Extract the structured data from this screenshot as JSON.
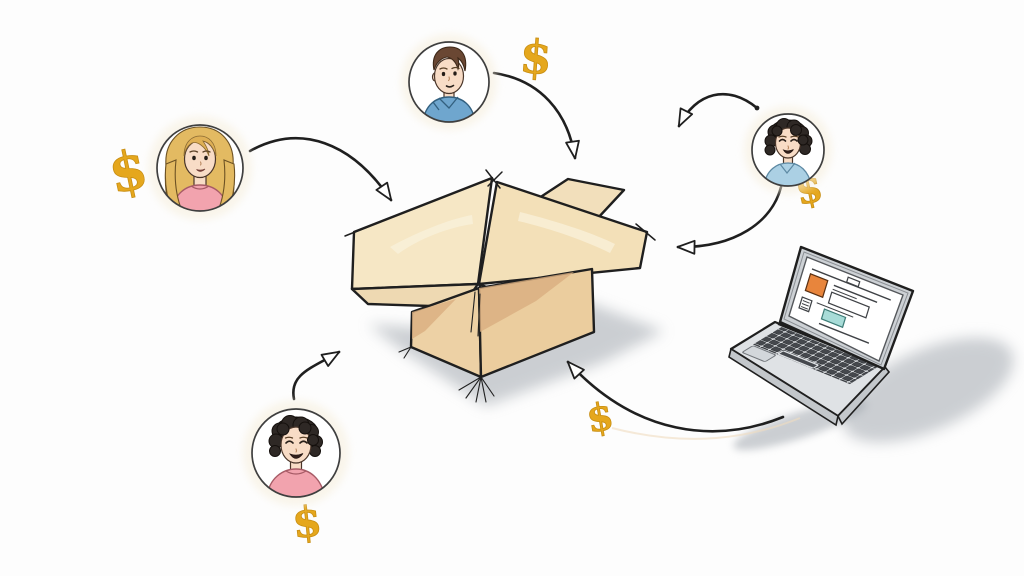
{
  "illustration": {
    "alt": "Hand-drawn sketch: four people and a laptop contributing money into an open cardboard box",
    "currency_symbol": "$"
  },
  "theme": {
    "background": "#FDFDFD",
    "ink": "#1F1F1F",
    "currency": "#E5A71D",
    "box-flap": "#F6E7C5",
    "box-flap-right": "#F3E0B8",
    "box-flap-dark": "#F2DFBB",
    "box-flap-low": "#EED9B2",
    "box-side": "#EDD1A5",
    "box-front": "#EBCD9E",
    "box-side-dark": "#D9AE80",
    "shadow": "#9AA0A8",
    "skin": "#F8DCC6",
    "hair-blonde": "#E3BA62",
    "hair-brown": "#6A4733",
    "hair-dark": "#2E2825",
    "shirt-pink": "#F2A3AE",
    "shirt-blue": "#6FA6CE",
    "shirt-lightblue": "#ABD0E4",
    "laptop-body": "#DFE2E5",
    "laptop-frame": "#CDD1D5",
    "laptop-keys": "#45484D",
    "laptop-accent": "#E8853C",
    "laptop-button": "#A8DCD8",
    "circle-stroke": "#3F3F3F"
  },
  "nodes": {
    "contributor_left": {
      "id": "contributor-left",
      "desc": "woman with long blonde hair, pink shirt"
    },
    "contributor_top": {
      "id": "contributor-top",
      "desc": "man with short brown hair, blue shirt"
    },
    "contributor_right": {
      "id": "contributor-right",
      "desc": "person with dark curly hair, light blue top"
    },
    "contributor_bottom": {
      "id": "contributor-bottom",
      "desc": "person with dark curly hair, pink shirt"
    },
    "box": {
      "id": "donation-box",
      "desc": "open cardboard box"
    },
    "laptop": {
      "id": "laptop",
      "desc": "laptop showing checkout wireframe with orange image and teal button"
    }
  },
  "edges": [
    {
      "from": "contributor-left",
      "to": "donation-box"
    },
    {
      "from": "contributor-top",
      "to": "donation-box"
    },
    {
      "from": "contributor-right",
      "to": "donation-box",
      "note": "upper arrow"
    },
    {
      "from": "contributor-right",
      "to": "donation-box",
      "note": "lower arrow"
    },
    {
      "from": "contributor-bottom",
      "to": "donation-box"
    },
    {
      "from": "laptop",
      "to": "donation-box"
    }
  ]
}
